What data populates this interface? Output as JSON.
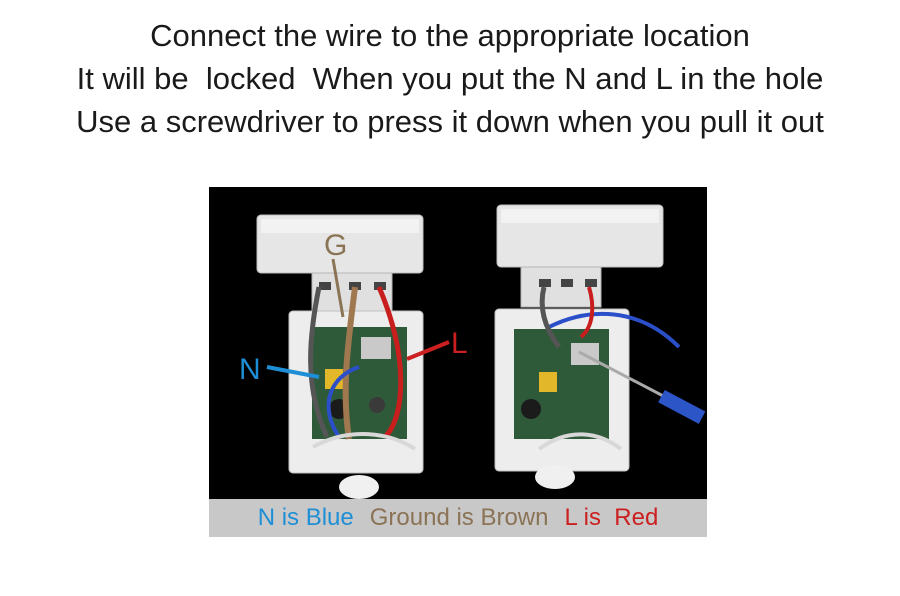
{
  "instructions": {
    "line1": "Connect the wire to the appropriate location",
    "line2": "It will be  locked  When you put the N and L in the hole",
    "line3": "Use a screwdriver to press it down when you pull it out"
  },
  "photo_labels": {
    "ground": "G",
    "neutral": "N",
    "live": "L"
  },
  "caption": {
    "neutral": "N is Blue",
    "ground": "Ground is Brown",
    "live": "L is  Red"
  },
  "colors": {
    "neutral": "#1e8fd6",
    "ground": "#8b7355",
    "live": "#cc1f1f",
    "caption_bg": "#c8c8c8"
  }
}
